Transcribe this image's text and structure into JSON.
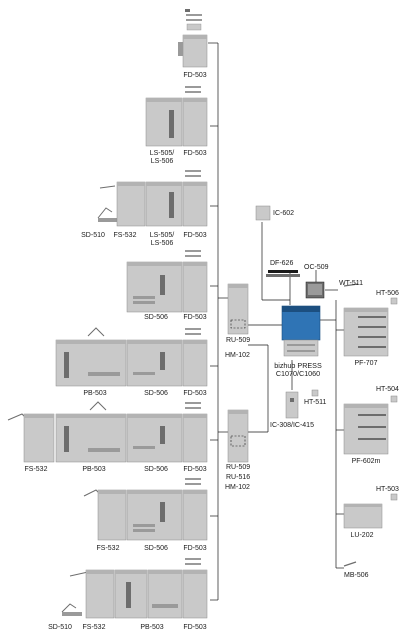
{
  "labels": {
    "fd503_a": "FD-503",
    "ls_a_1": "LS-505/",
    "ls_a_2": "LS-506",
    "fd503_b": "FD-503",
    "sd510_a": "SD-510",
    "fs532_a": "FS-532",
    "ls_b_1": "LS-505/",
    "ls_b_2": "LS-506",
    "fd503_c": "FD-503",
    "sd506_a": "SD-506",
    "fd503_d": "FD-503",
    "pb503_a": "PB-503",
    "sd506_b": "SD-506",
    "fd503_e": "FD-503",
    "fs532_b": "FS-532",
    "pb503_b": "PB-503",
    "sd506_c": "SD-506",
    "fd503_f": "FD-503",
    "fs532_c": "FS-532",
    "sd506_d": "SD-506",
    "fd503_g": "FD-503",
    "sd510_b": "SD-510",
    "fs532_d": "FS-532",
    "pb503_c": "PB-503",
    "fd503_h": "FD-503",
    "ru509_a": "RU-509",
    "hm102_a": "HM-102",
    "ru509_b": "RU-509",
    "ru516": "RU-516",
    "hm102_b": "HM-102",
    "ic602": "IC-602",
    "df626": "DF-626",
    "oc509": "OC-509",
    "wt511": "WT-511",
    "main_1": "bizhub PRESS",
    "main_2": "C1070/C1060",
    "ht511": "HT-511",
    "ic308": "IC-308/IC-415",
    "ht506": "HT-506",
    "pf707": "PF-707",
    "ht504": "HT-504",
    "pf602m": "PF-602m",
    "ht503": "HT-503",
    "lu202": "LU-202",
    "mb506": "MB-506"
  },
  "colors": {
    "line": "#1a1a1a",
    "unit_body": "#c9c9c9",
    "unit_top": "#b3b3b3",
    "unit_dark": "#6d6d6d",
    "tray": "#9a9a9a",
    "main_blue": "#2f74b5",
    "main_blue_dark": "#1c4f80"
  },
  "icons": {
    "folder_unit": "finisher-unit-icon",
    "main_engine": "press-engine-icon"
  }
}
